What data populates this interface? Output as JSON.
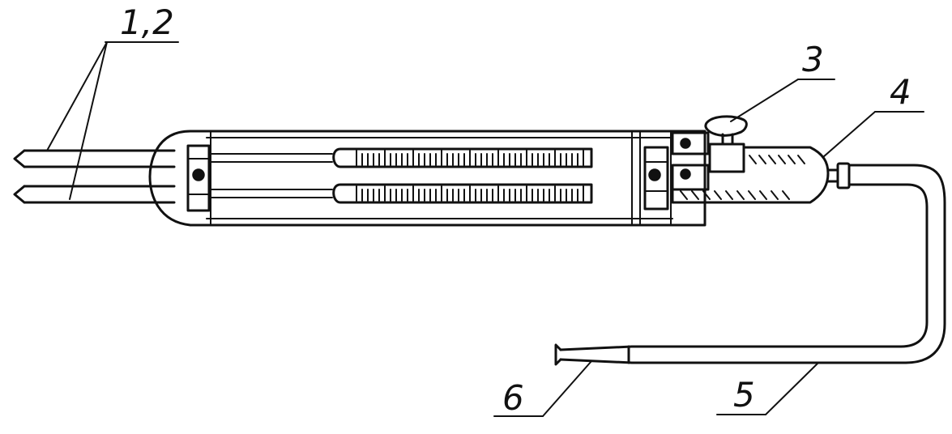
{
  "labels": {
    "tubes": "1,2",
    "valve": "3",
    "connector": "4",
    "hose": "5",
    "tip": "6"
  },
  "colors": {
    "ink": "#111111",
    "paper": "#ffffff"
  }
}
